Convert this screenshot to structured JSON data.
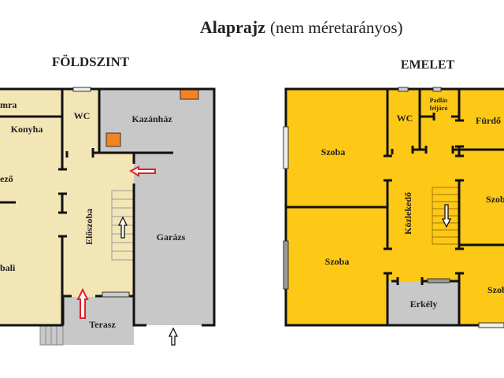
{
  "title": "Alaprajz",
  "subtitle": "(nem méretarányos)",
  "colors": {
    "ground": "#F2E6B6",
    "upper": "#FDC816",
    "gray": "#C8C8C8",
    "chimney": "#F58220",
    "arrow": "#E0202A"
  },
  "ground_floor": {
    "heading": "FÖLDSZINT",
    "rooms": [
      "mra",
      "Konyha",
      "WC",
      "Kazánház",
      "ező",
      "Előszoba",
      "Garázs",
      "bali",
      "Terasz"
    ]
  },
  "upper_floor": {
    "heading": "EMELET",
    "rooms": [
      "WC",
      "Padlás",
      "feljáró",
      "Fürdő",
      "Szoba",
      "Közlekedő",
      "Szob",
      "Szoba",
      "Erkély",
      "Szob"
    ]
  }
}
